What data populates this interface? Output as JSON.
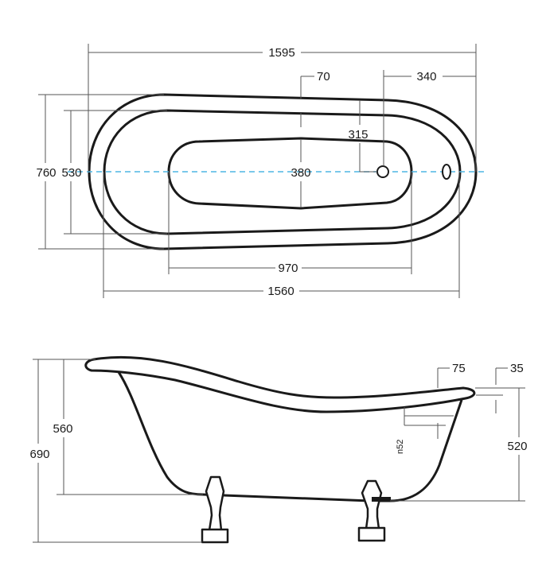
{
  "top_view": {
    "overall_length": "1595",
    "overall_width": "760",
    "inner_width": "530",
    "rim_length": "1560",
    "bottom_length": "970",
    "bottom_width": "380",
    "rim_offset": "70",
    "drain_offset": "340",
    "drain_distance": "315"
  },
  "side_view": {
    "total_height": "690",
    "tub_height": "560",
    "overflow_height": "520",
    "rim_width": "75",
    "rim_thickness": "35",
    "overflow_diameter": "n52"
  }
}
